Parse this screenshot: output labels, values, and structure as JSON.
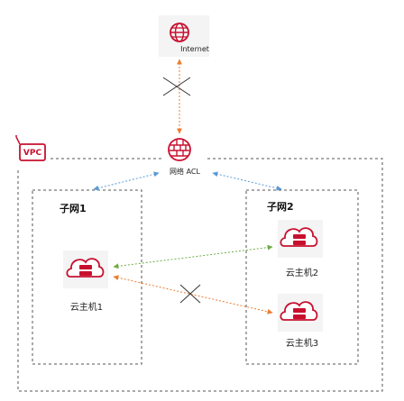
{
  "internet": {
    "label": "Internet"
  },
  "vpc": {
    "label": "VPC"
  },
  "acl": {
    "label": "网络 ACL"
  },
  "subnet1": {
    "label": "子网1"
  },
  "subnet2": {
    "label": "子网2"
  },
  "host1": {
    "label": "云主机1"
  },
  "host2": {
    "label": "云主机2"
  },
  "host3": {
    "label": "云主机3"
  },
  "colors": {
    "icon_red": "#c8102e",
    "blue_link": "#5b9bd5",
    "orange_link": "#ed7d31",
    "green_link": "#70ad47",
    "border_dash": "#555555"
  }
}
